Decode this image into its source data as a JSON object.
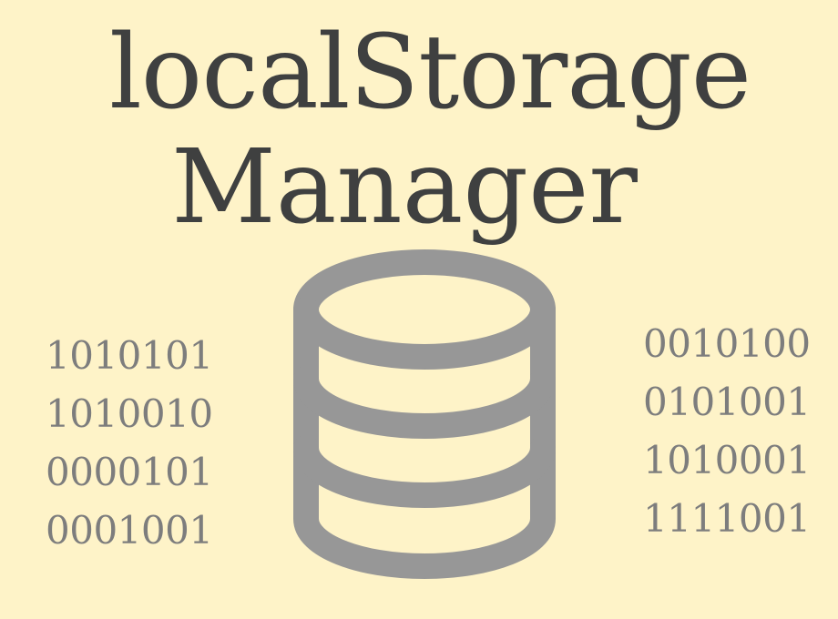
{
  "title": {
    "line1": "localStorage",
    "line2": "Manager"
  },
  "icon": {
    "name": "database-icon",
    "color": "#979797"
  },
  "colors": {
    "background": "#fef3c8",
    "title": "#3f4040",
    "binary_text": "#7d7d7d"
  },
  "binary": {
    "left": [
      "1010101",
      "1010010",
      "0000101",
      "0001001"
    ],
    "right": [
      "0010100",
      "0101001",
      "1010001",
      "1111001"
    ]
  }
}
